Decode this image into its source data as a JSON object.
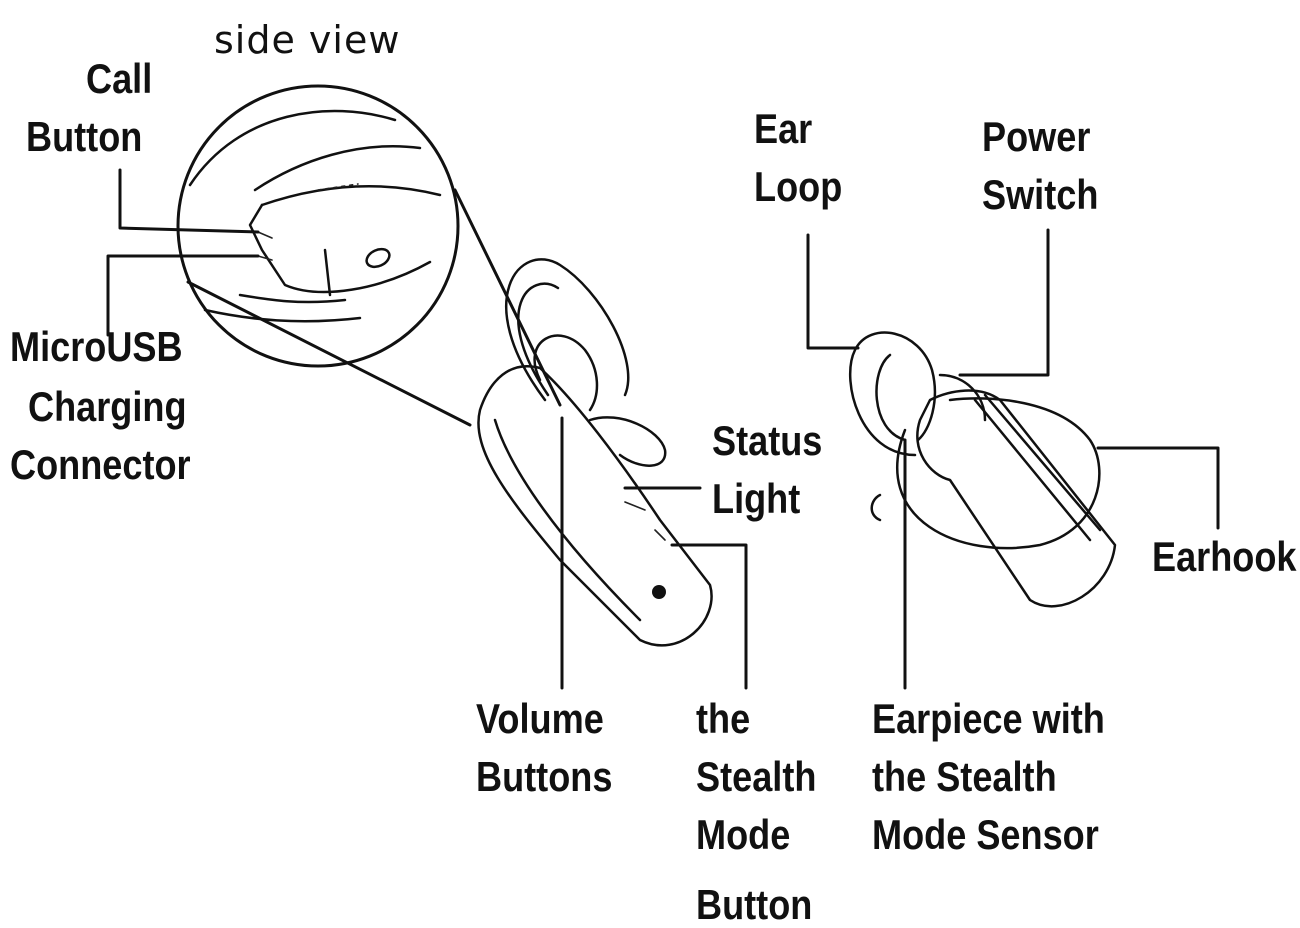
{
  "title": "side view",
  "labels": {
    "call_button": [
      "Call",
      "Button"
    ],
    "microusb": [
      "MicroUSB",
      "Charging",
      "Connector"
    ],
    "ear_loop": [
      "Ear",
      "Loop"
    ],
    "power_switch": [
      "Power",
      "Switch"
    ],
    "status_light": [
      "Status",
      "Light"
    ],
    "earhook": "Earhook",
    "volume_buttons": [
      "Volume",
      "Buttons"
    ],
    "stealth_button": [
      "the",
      "Stealth",
      "Mode",
      "Button"
    ],
    "earpiece": [
      "Earpiece with",
      "the Stealth",
      "Mode Sensor"
    ]
  },
  "colors": {
    "ink": "#111111",
    "background": "#ffffff"
  }
}
